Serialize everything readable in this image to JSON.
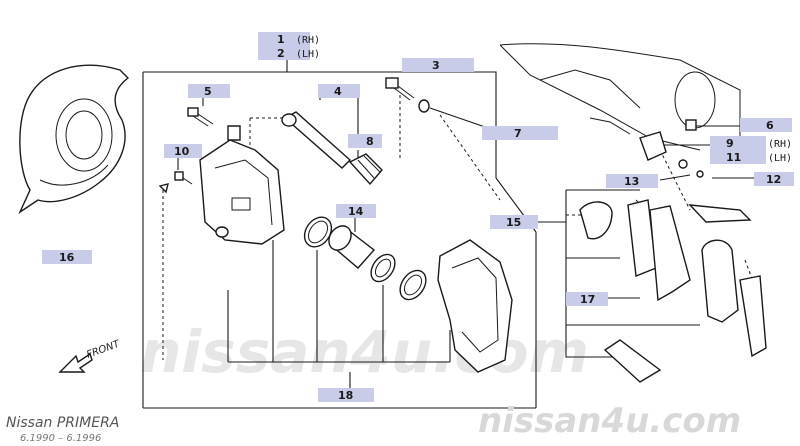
{
  "model": "Nissan PRIMERA",
  "period": "6.1990 – 6.1996",
  "watermark_center": "nissan4u.com",
  "watermark_footer": "nissan4u.com",
  "front_label": "FRONT",
  "callouts": {
    "c1": "1",
    "c1_side": "(RH)",
    "c2": "2",
    "c2_side": "(LH)",
    "c3": "3",
    "c4": "4",
    "c5": "5",
    "c6": "6",
    "c7": "7",
    "c8": "8",
    "c9": "9",
    "c9_side": "(RH)",
    "c10": "10",
    "c11": "11",
    "c11_side": "(LH)",
    "c12": "12",
    "c13": "13",
    "c14": "14",
    "c15": "15",
    "c16": "16",
    "c17": "17",
    "c18": "18"
  },
  "colors": {
    "label_fill": "#c9cce8",
    "ink": "#1a1a1a",
    "watermark": "#e6e6e6"
  }
}
